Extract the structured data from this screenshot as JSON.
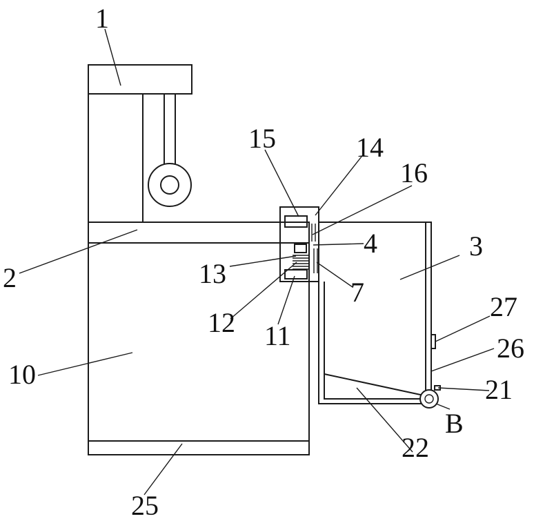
{
  "figure": {
    "labels": {
      "l1": "1",
      "l2": "2",
      "l3": "3",
      "l4": "4",
      "l7": "7",
      "l10": "10",
      "l11": "11",
      "l12": "12",
      "l13": "13",
      "l14": "14",
      "l15": "15",
      "l16": "16",
      "l21": "21",
      "l22": "22",
      "l25": "25",
      "l26": "26",
      "l27": "27",
      "lB": "B"
    }
  }
}
